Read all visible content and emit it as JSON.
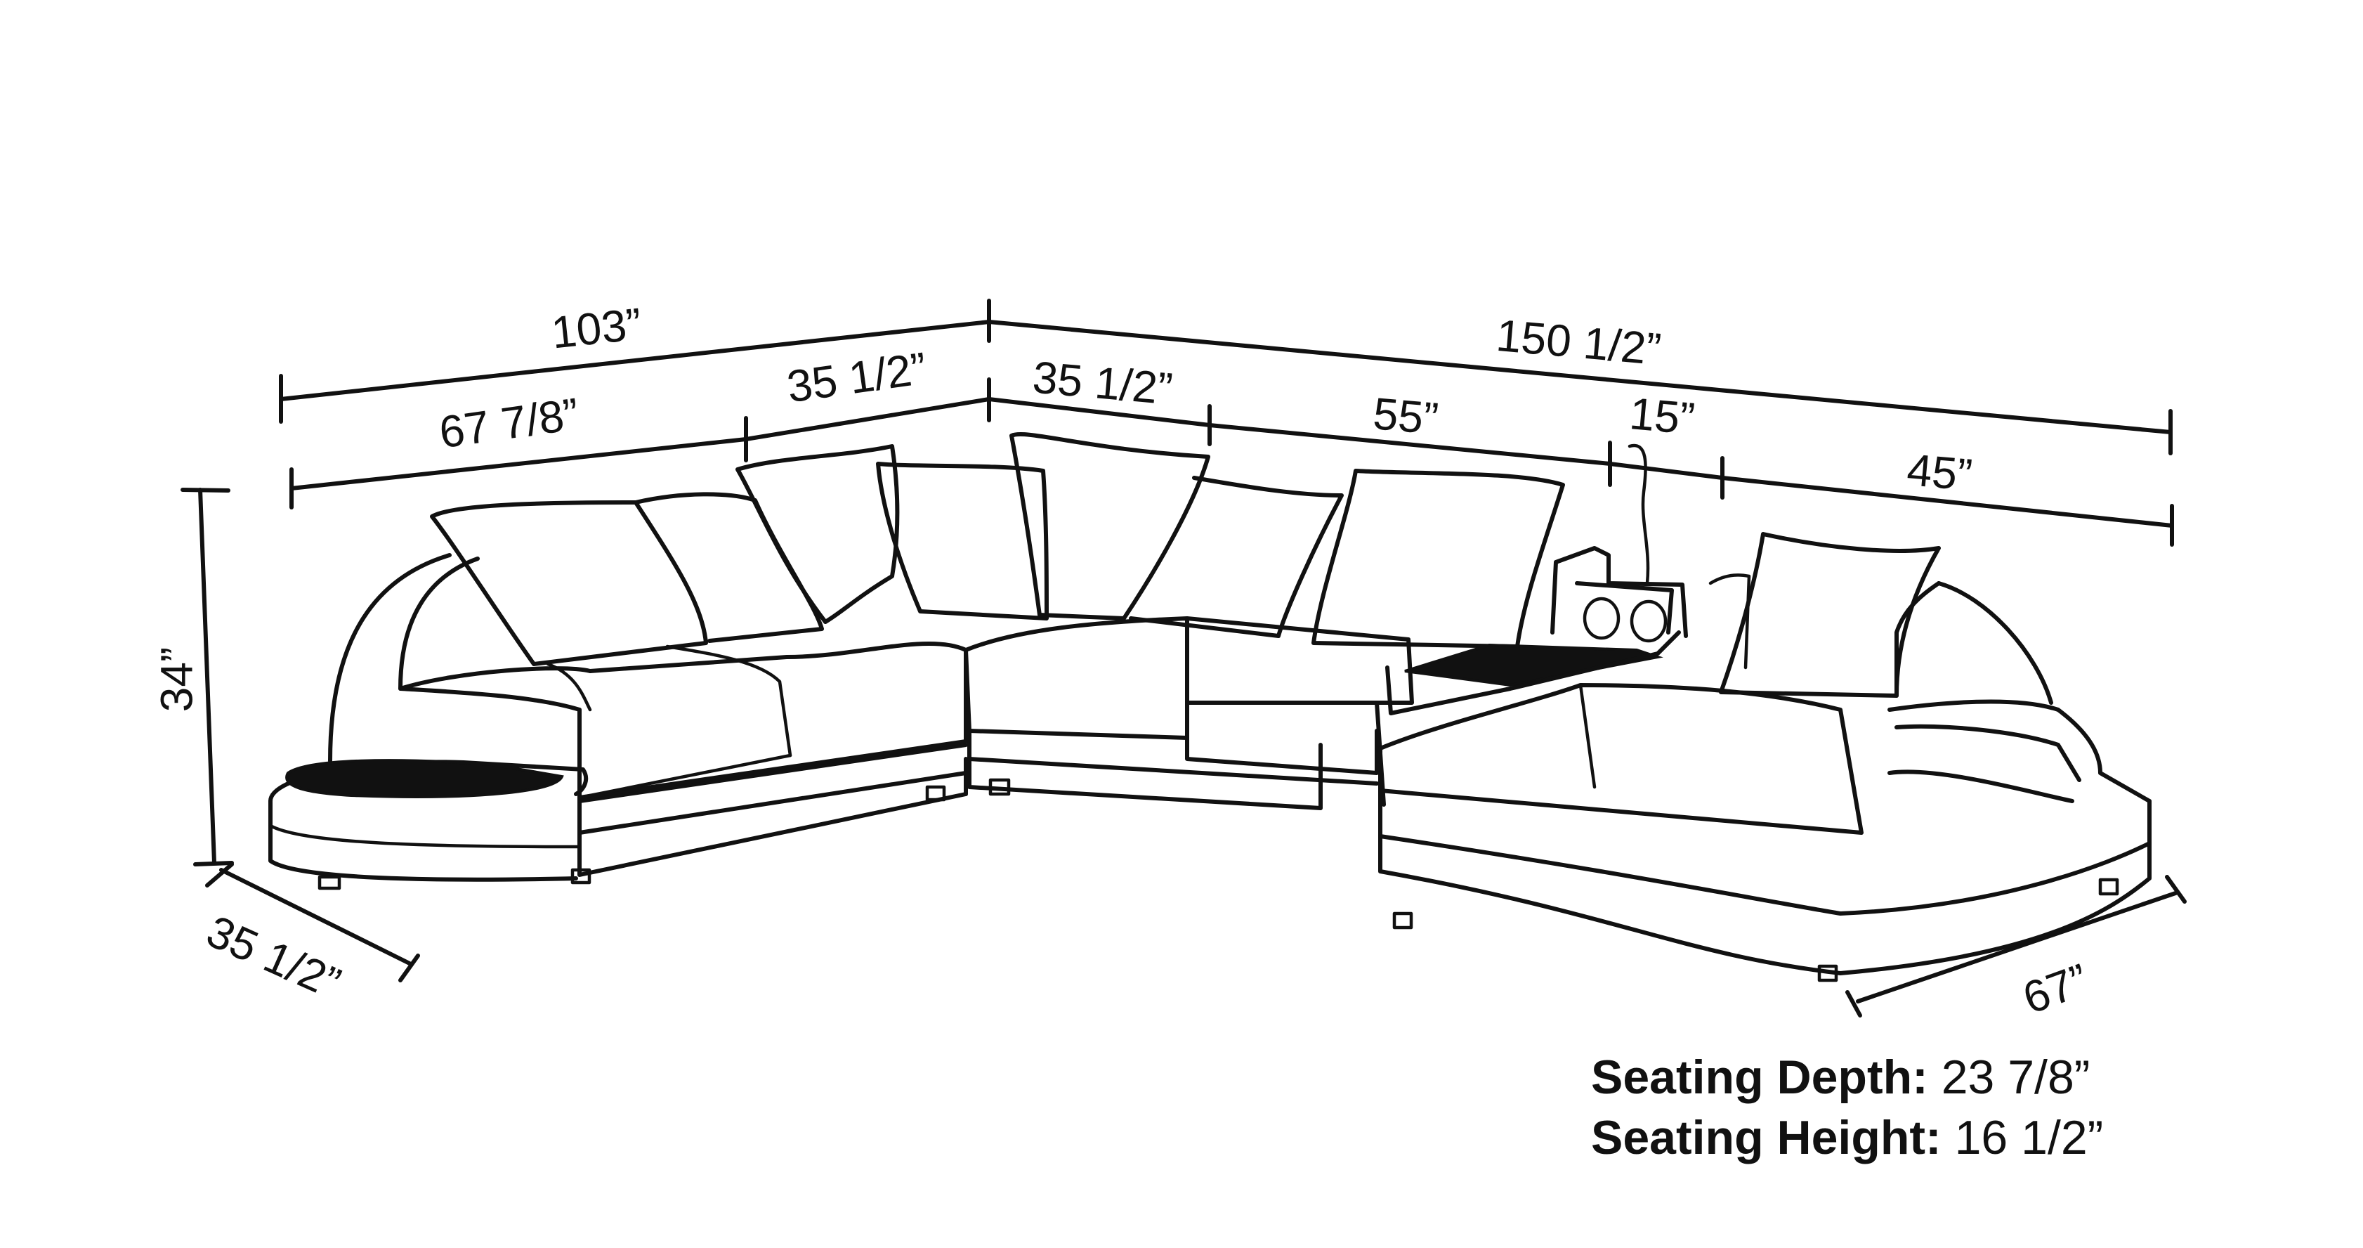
{
  "diagram": {
    "subject": "U-shaped sectional sofa line drawing with dimensions",
    "colors": {
      "line": "#111111",
      "background": "#ffffff"
    }
  },
  "dimensions": {
    "overall_left_width": "103”",
    "overall_right_width": "150 1/2”",
    "left_section": "67 7/8”",
    "left_corner": "35 1/2”",
    "right_corner": "35 1/2”",
    "middle_section": "55”",
    "console": "15”",
    "chaise_section": "45”",
    "height": "34”",
    "left_depth": "35 1/2”",
    "chaise_depth": "67”"
  },
  "specs": [
    {
      "label": "Seating Depth:",
      "value": "23 7/8”"
    },
    {
      "label": "Seating Height:",
      "value": "16 1/2”"
    }
  ]
}
